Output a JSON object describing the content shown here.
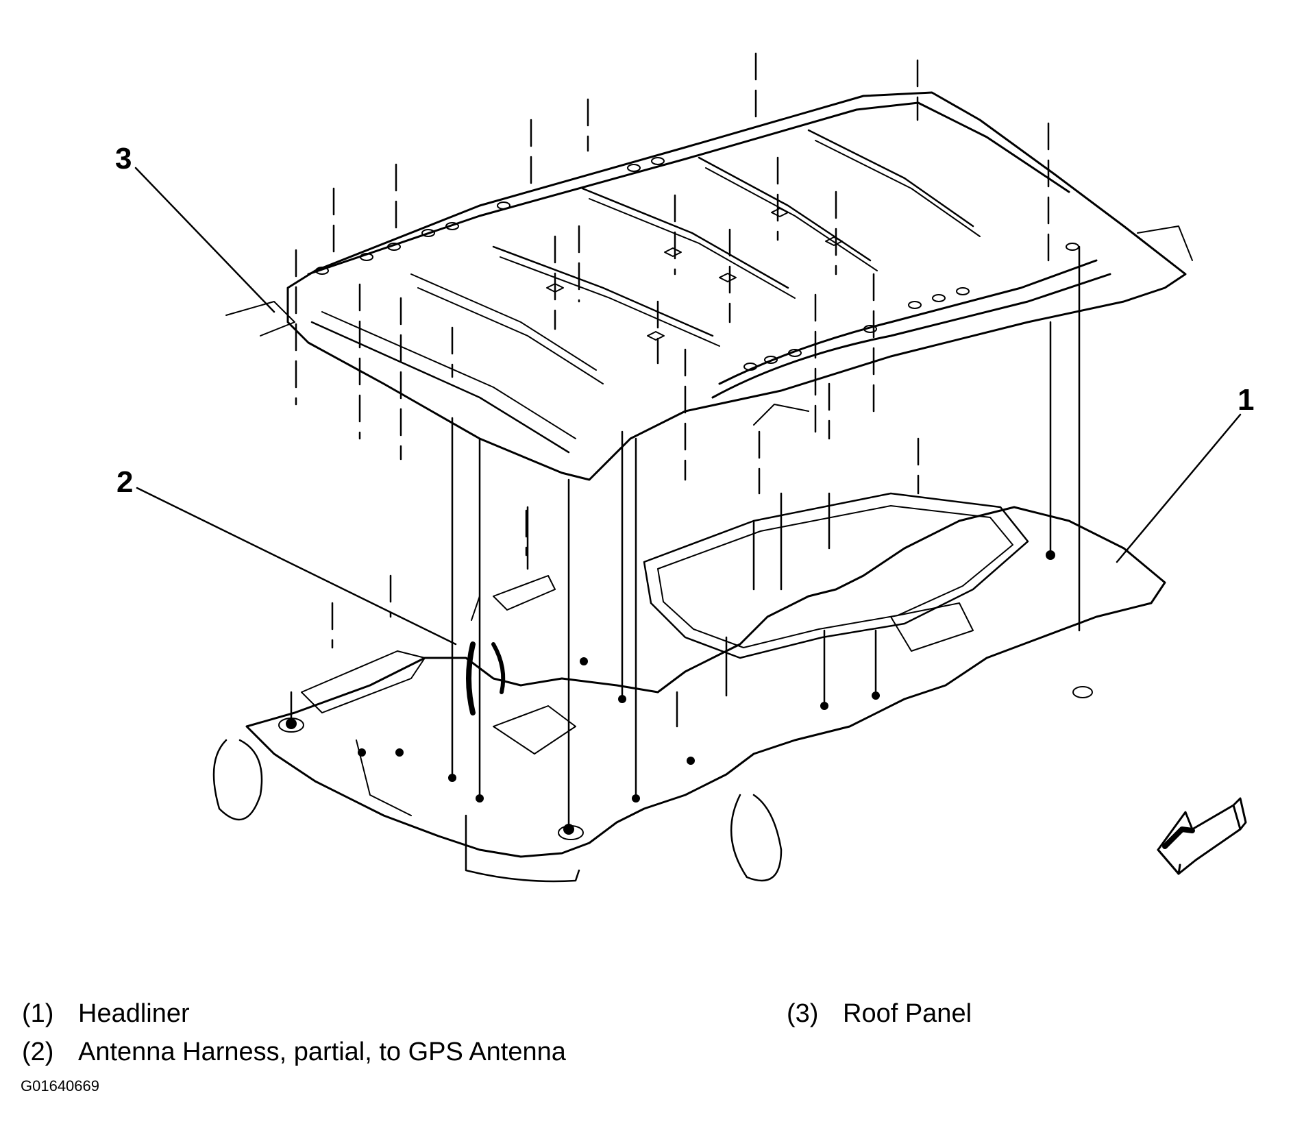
{
  "callouts": [
    {
      "id": "1",
      "label": "1"
    },
    {
      "id": "2",
      "label": "2"
    },
    {
      "id": "3",
      "label": "3"
    }
  ],
  "legend": [
    {
      "number": "(1)",
      "text": "Headliner"
    },
    {
      "number": "(2)",
      "text": "Antenna Harness, partial, to GPS Antenna"
    },
    {
      "number": "(3)",
      "text": "Roof Panel"
    }
  ],
  "figure_id": "G01640669",
  "colors": {
    "ink": "#000000",
    "background": "#ffffff"
  }
}
